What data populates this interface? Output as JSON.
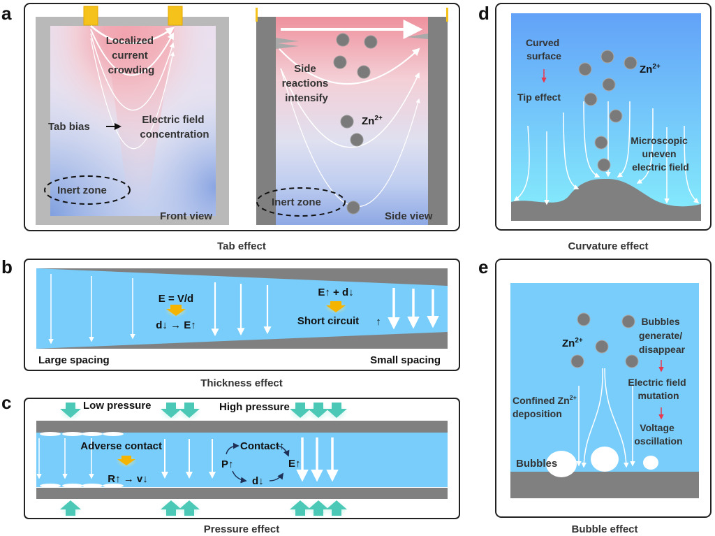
{
  "colors": {
    "electrolyte_blue": "#78cdfb",
    "electrode_gray": "#808080",
    "frame_gray": "#b9b9b9",
    "tab_yellow": "#f5c21b",
    "hot_red": "#ee8a97",
    "cool_blue": "#7f9fdf",
    "zn_ion_gray": "#7a7a7a",
    "pressure_teal": "#4cc9b6",
    "callout_orange": "#f4b400",
    "red_arrow": "#e8384f",
    "curvature_top": "#62a2f8",
    "curvature_bottom": "#86eefc"
  },
  "panels": {
    "a": {
      "letter": "a",
      "caption": "Tab effect",
      "front": {
        "label_view": "Front view",
        "label_crowding": [
          "Localized",
          "current",
          "crowding"
        ],
        "label_tab_bias": "Tab bias",
        "label_field": [
          "Electric field",
          "concentration"
        ],
        "label_inert": "Inert zone"
      },
      "side": {
        "label_view": "Side view",
        "label_side": [
          "Side",
          "reactions",
          "intensify"
        ],
        "label_zn": "Zn",
        "label_zn_sup": "2+",
        "label_inert": "Inert zone"
      }
    },
    "b": {
      "letter": "b",
      "caption": "Thickness effect",
      "formula": "E = V/d",
      "relation_left": "d↓ → E↑",
      "relation_right_top": "E↑ + d↓",
      "short_circuit": "Short circuit",
      "short_circuit_arrow": "↑",
      "large_spacing": "Large spacing",
      "small_spacing": "Small spacing"
    },
    "c": {
      "letter": "c",
      "caption": "Pressure effect",
      "low_pressure": "Low pressure",
      "high_pressure": "High pressure",
      "adverse_contact": "Adverse contact",
      "relation_rv": "R↑ → v↓",
      "cycle_p": "P↑",
      "cycle_contact": "Contact↑",
      "cycle_e": "E↑",
      "cycle_d": "d↓"
    },
    "d": {
      "letter": "d",
      "caption": "Curvature effect",
      "curved_surface": [
        "Curved",
        "surface"
      ],
      "tip_effect": "Tip effect",
      "zn": "Zn",
      "zn_sup": "2+",
      "microscopic": [
        "Microscopic",
        "uneven",
        "electric field"
      ]
    },
    "e": {
      "letter": "e",
      "caption": "Bubble effect",
      "zn": "Zn",
      "zn_sup": "2+",
      "bubbles_generate": [
        "Bubbles",
        "generate/",
        "disappear"
      ],
      "field_mutation": [
        "Electric field",
        "mutation"
      ],
      "voltage_osc": [
        "Voltage",
        "oscillation"
      ],
      "confined": [
        "Confined Zn",
        "deposition"
      ],
      "confined_sup": "2+",
      "bubbles": "Bubbles"
    }
  }
}
